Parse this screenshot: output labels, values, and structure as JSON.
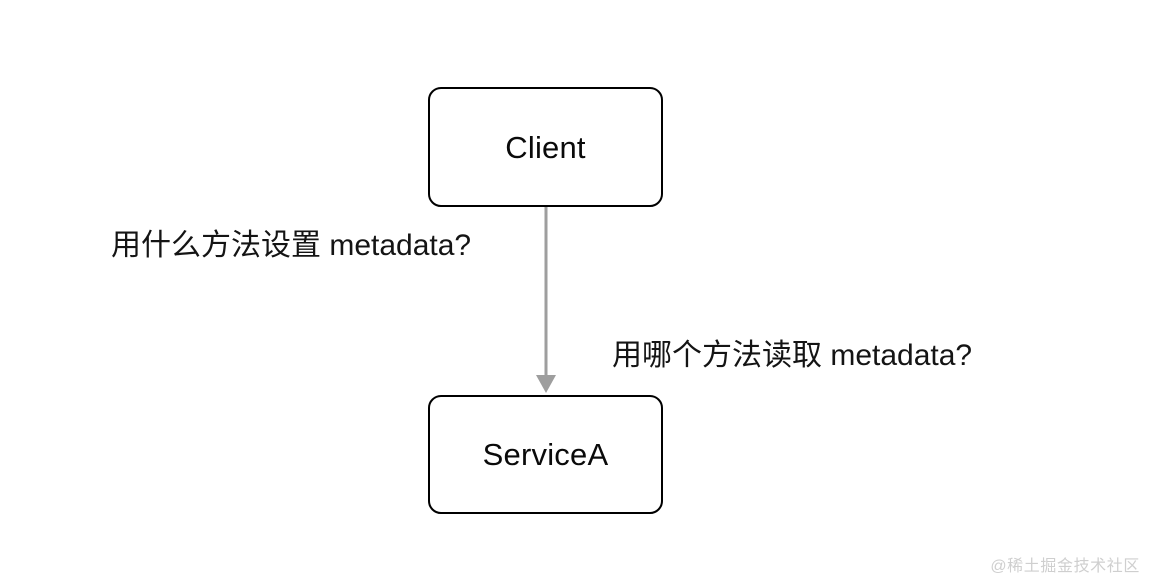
{
  "diagram": {
    "background_color": "#ffffff",
    "nodes": [
      {
        "id": "client",
        "label": "Client"
      },
      {
        "id": "servicea",
        "label": "ServiceA"
      }
    ],
    "edges": [
      {
        "id": "client-to-servicea",
        "from": "Client",
        "to": "ServiceA",
        "color": "#9e9e9e",
        "arrowhead": "filled-triangle"
      }
    ],
    "annotations": [
      {
        "id": "set-metadata",
        "text": "用什么方法设置 metadata?"
      },
      {
        "id": "get-metadata",
        "text": "用哪个方法读取 metadata?"
      }
    ],
    "watermark": "@稀土掘金技术社区",
    "colors": {
      "node_border": "#000000",
      "node_fill": "#ffffff",
      "node_text": "#0a0a0a",
      "annotation_text": "#141414",
      "arrow": "#9e9e9e",
      "watermark": "#cfcfcf"
    }
  }
}
